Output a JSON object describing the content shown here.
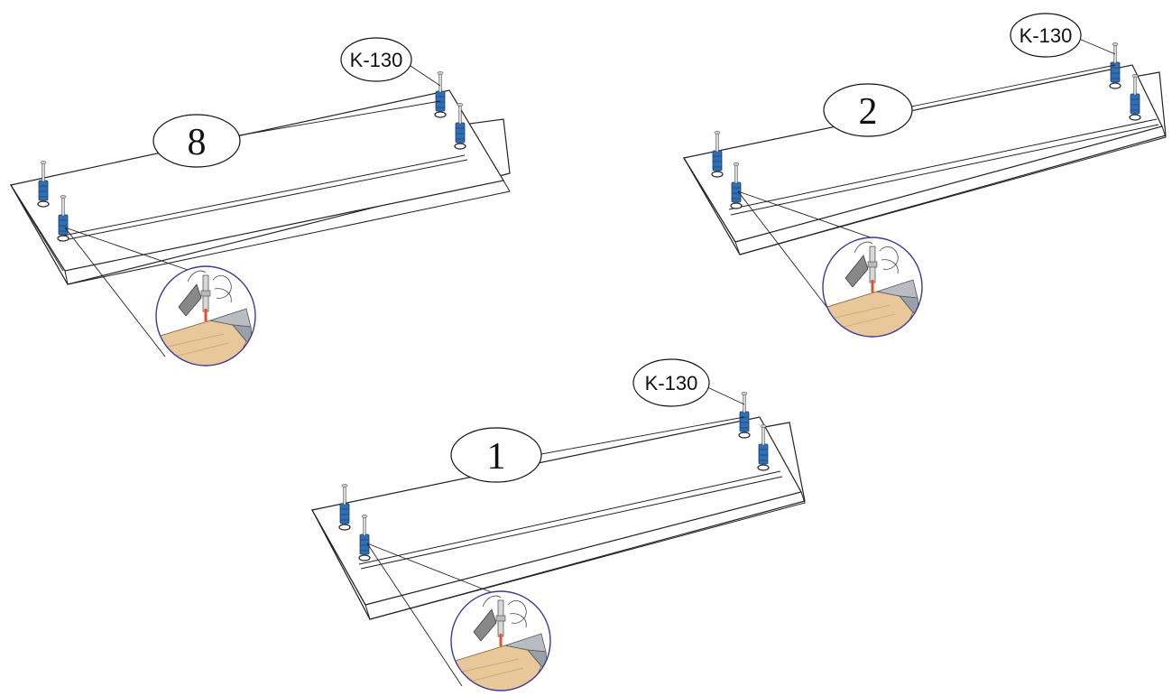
{
  "panels": [
    {
      "part_number": "8",
      "fitting_code": "K-130"
    },
    {
      "part_number": "2",
      "fitting_code": "K-130"
    },
    {
      "part_number": "1",
      "fitting_code": "K-130"
    }
  ],
  "colors": {
    "dowel_blue": "#2f6fb6",
    "detail_circle": "#3a3a9a",
    "wood": "#e8c79a",
    "edge_gray": "#b9bcc2"
  }
}
